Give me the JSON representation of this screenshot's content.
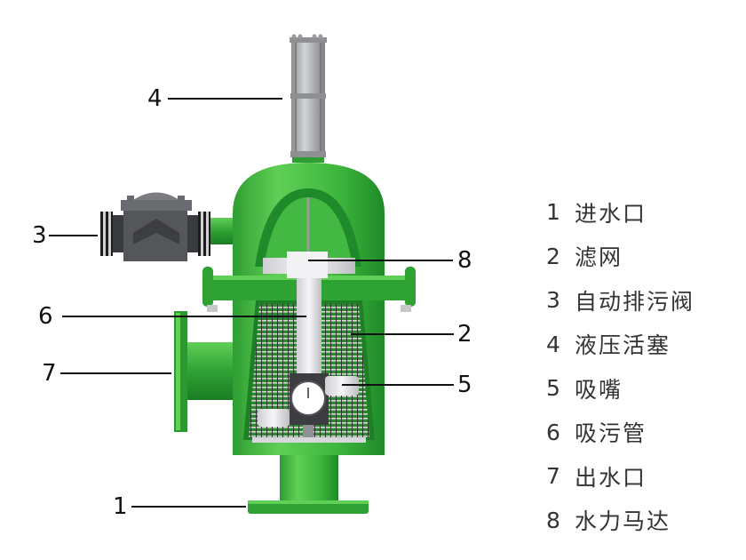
{
  "diagram": {
    "colors": {
      "body_green": "#3cb83c",
      "body_dark": "#1f8a2a",
      "body_light": "#6fd36a",
      "steel_gray": "#a9abad",
      "valve_dark": "#4a4b4f",
      "leader_line": "#111111"
    },
    "callouts": [
      {
        "num": "1"
      },
      {
        "num": "2"
      },
      {
        "num": "3"
      },
      {
        "num": "4"
      },
      {
        "num": "5"
      },
      {
        "num": "6"
      },
      {
        "num": "7"
      },
      {
        "num": "8"
      }
    ]
  },
  "legend": {
    "items": [
      {
        "num": "1",
        "label": "进水口"
      },
      {
        "num": "2",
        "label": "滤网"
      },
      {
        "num": "3",
        "label": "自动排污阀"
      },
      {
        "num": "4",
        "label": "液压活塞"
      },
      {
        "num": "5",
        "label": "吸嘴"
      },
      {
        "num": "6",
        "label": "吸污管"
      },
      {
        "num": "7",
        "label": "出水口"
      },
      {
        "num": "8",
        "label": "水力马达"
      }
    ]
  }
}
